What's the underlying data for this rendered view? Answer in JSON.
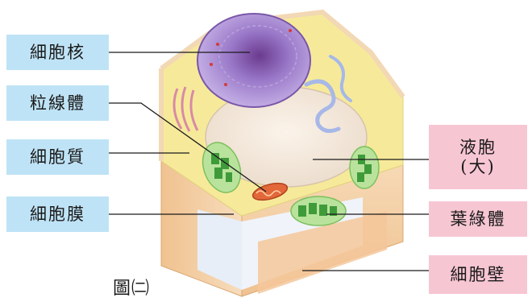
{
  "labels": {
    "nucleus": "細胞核",
    "mitochondria": "粒線體",
    "cytoplasm": "細胞質",
    "cell_membrane": "細胞膜",
    "vacuole_line1": "液胞",
    "vacuole_line2": "(大)",
    "chloroplast": "葉綠體",
    "cell_wall": "細胞壁"
  },
  "caption": "圖㈡",
  "colors": {
    "left_label_bg": "#bfe3f6",
    "right_label_bg": "#f7c6d3",
    "cytoplasm": "#f6ea9a",
    "cell_wall": "#f3cfa2",
    "nucleus": "#8a63b8",
    "chloroplast": "#3f9b3a",
    "mitochondria": "#e2683a"
  }
}
